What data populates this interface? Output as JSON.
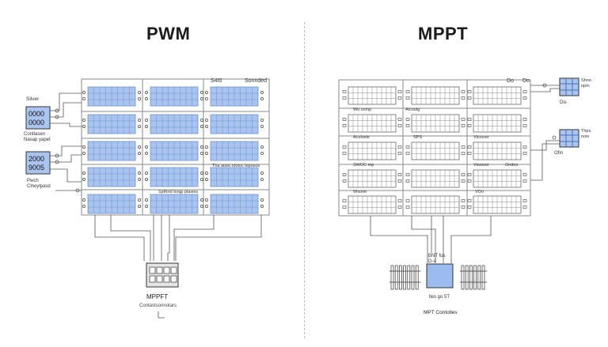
{
  "left": {
    "title": "PWM",
    "header_labels": [
      "S4I0",
      "Sonnded"
    ],
    "side_box_top": {
      "caption": "Silver",
      "digits": [
        "0000",
        "0000"
      ],
      "label": "Contlasen\nNasap yapet"
    },
    "side_box_bottom": {
      "digits": [
        "2000",
        "9005"
      ],
      "label": "Pwch\nClneylpasd"
    },
    "panel_notes": [
      "Tha atsto rdotoc leposos",
      "Sptford boqp plasies"
    ],
    "controller": {
      "label": "MPPFT",
      "sublabel": "Contastsonnotars"
    }
  },
  "right": {
    "title": "MPPT",
    "header_labels": [
      "Do",
      "Do"
    ],
    "row_labels": [
      "Wo ocmp",
      "Acolosle",
      "SWOC mp",
      "Wsooe"
    ],
    "mid_labels": [
      "Atcoolg",
      "SPS",
      "Vicocoo",
      "Vioooss",
      "Ondes",
      "VOo"
    ],
    "side_box_top": {
      "label": "Shno\nnpm",
      "sub": "Dis"
    },
    "side_box_bottom": {
      "label": "Thps\nnois",
      "sub": "Ofin"
    },
    "controller": {
      "label_top": "BNT fus\nD-s",
      "label_bottom": "lles go 5T",
      "caption": "MPT Contolles"
    }
  },
  "colors": {
    "panel_fill": "#a9c5ef",
    "panel_grid": "#6b8fcf",
    "wire": "#555555",
    "frame": "#8a8a8a",
    "controller_fill": "#9cbcf0"
  }
}
